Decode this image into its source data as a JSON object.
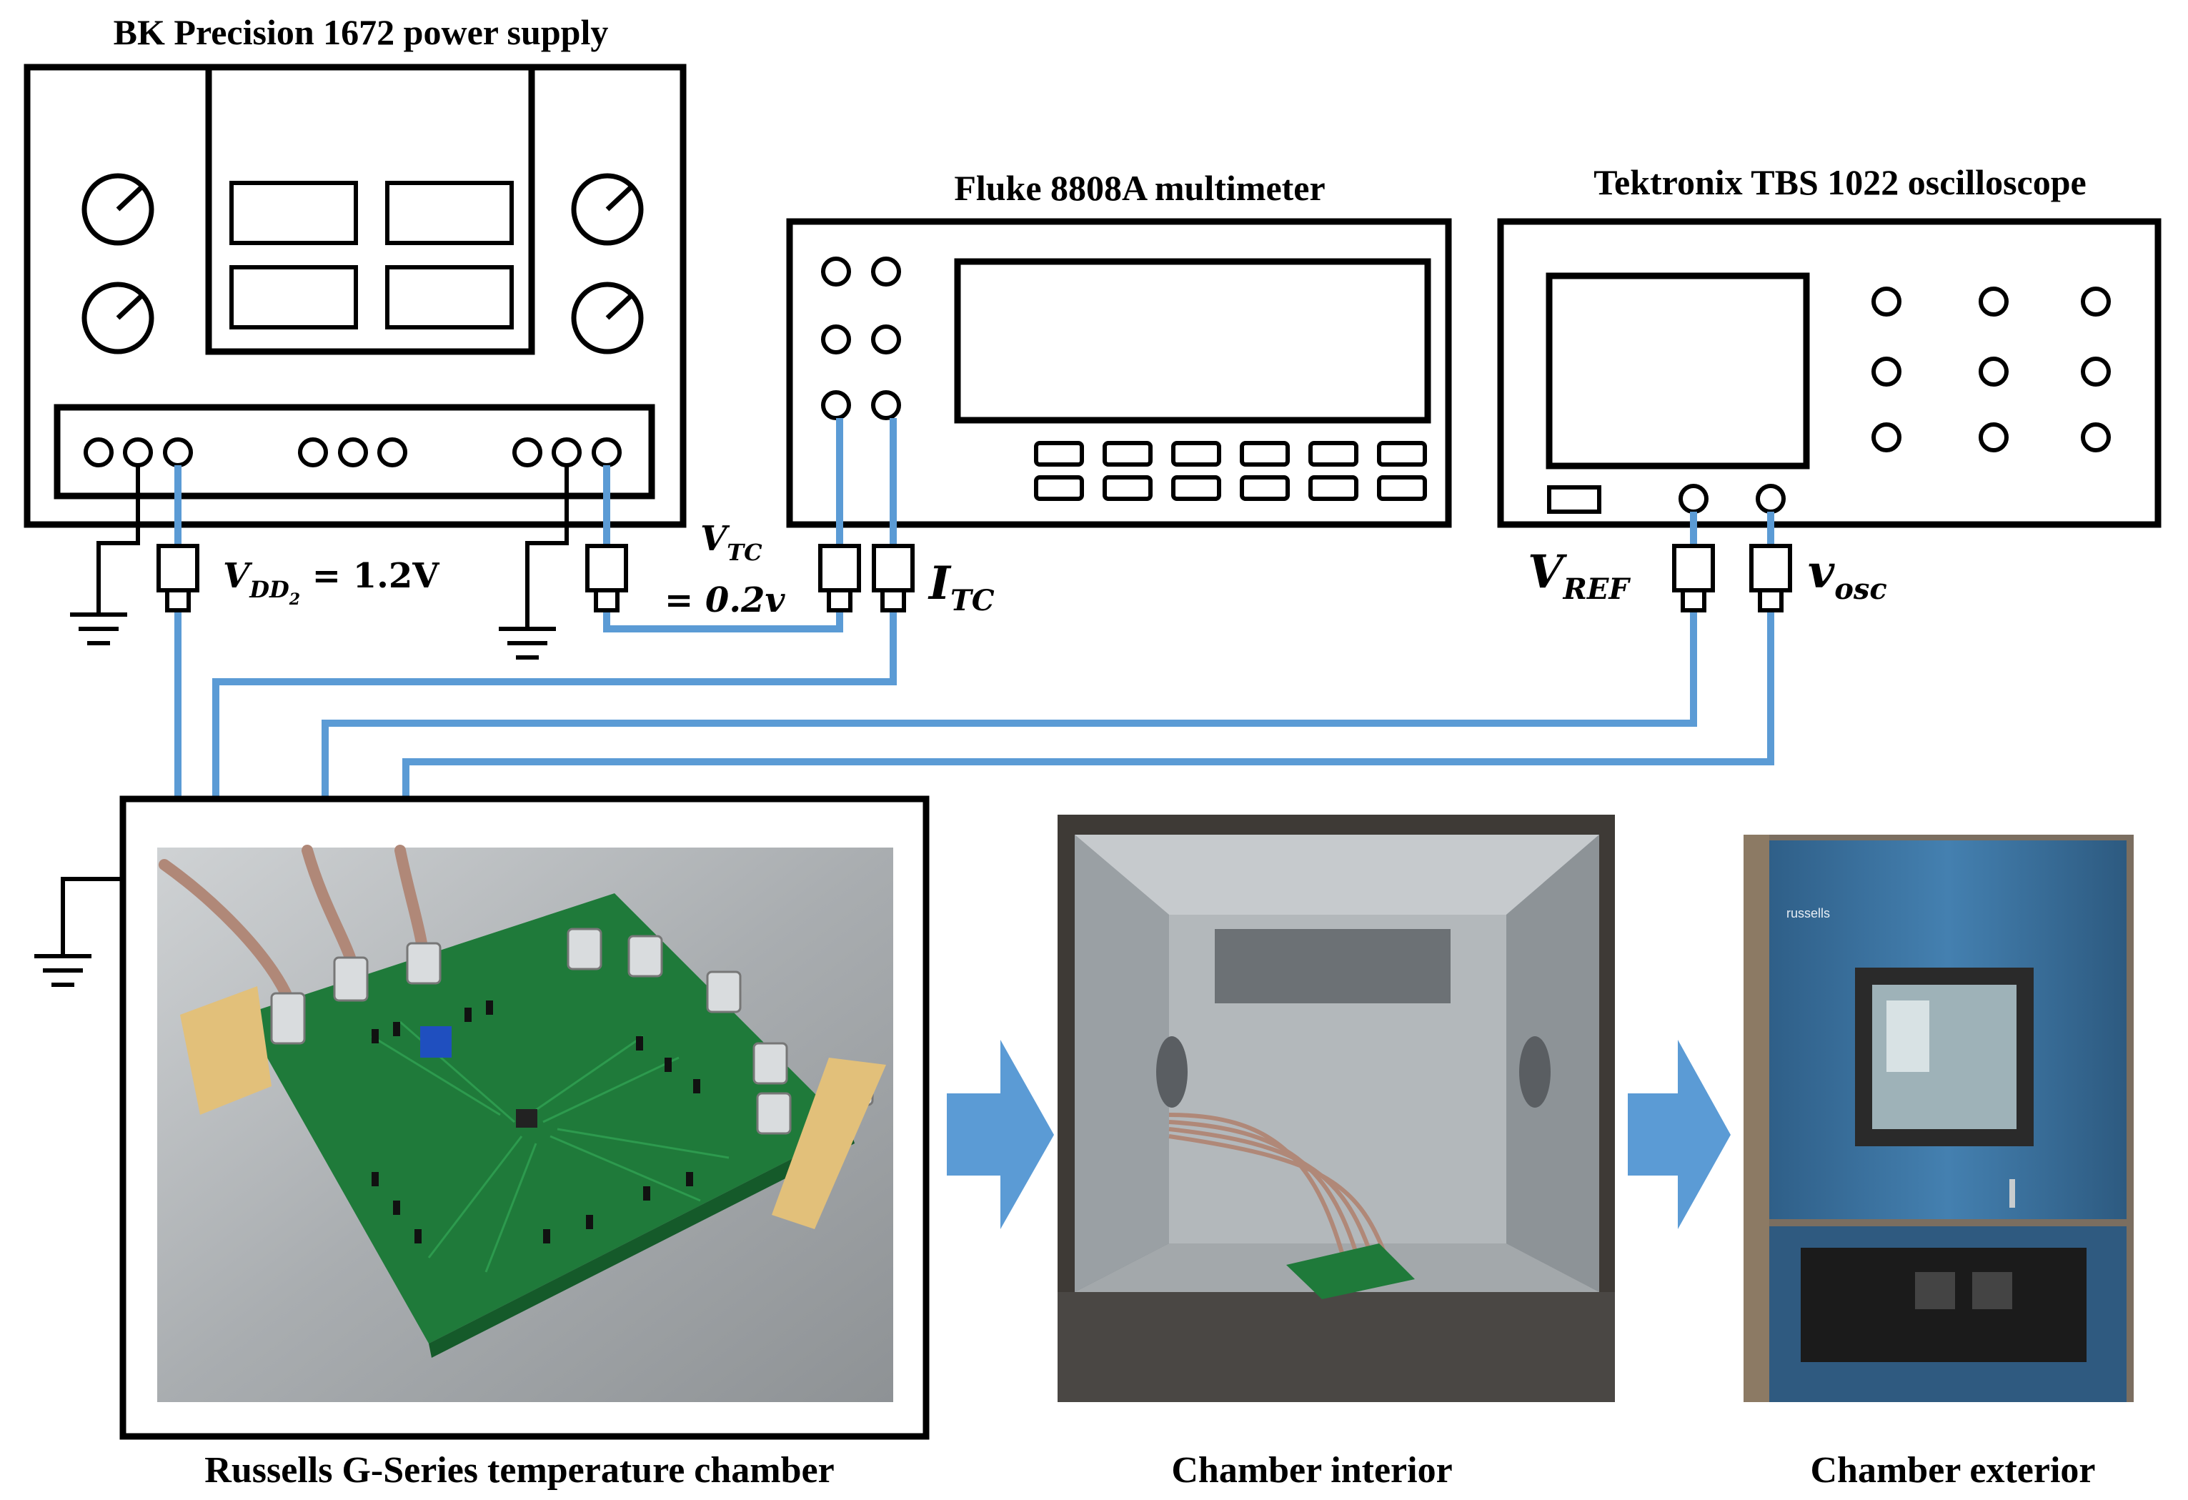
{
  "labels": {
    "power_supply_title": "BK Precision 1672 power supply",
    "multimeter_title": "Fluke 8808A multimeter",
    "oscilloscope_title": "Tektronix TBS 1022 oscilloscope",
    "chamber_caption": "Russells G-Series temperature chamber",
    "interior_caption": "Chamber interior",
    "exterior_caption": "Chamber exterior"
  },
  "signals": {
    "vdd2_symbol": "V",
    "vdd2_sub": "DD",
    "vdd2_subsub": "2",
    "vdd2_value": " = 1.2V",
    "vtc_symbol": "V",
    "vtc_sub": "TC",
    "vtc_value": "= 0.2v",
    "itc_symbol": "I",
    "itc_sub": "TC",
    "vref_symbol": "V",
    "vref_sub": "REF",
    "vosc_symbol": "v",
    "vosc_sub": "osc"
  },
  "colors": {
    "wire": "#5b9bd5",
    "arrow": "#5b9bd5",
    "pcb": "#1f7a3a",
    "steel": "#b8bcc0",
    "chamber_blue": "#3a6f9c"
  }
}
